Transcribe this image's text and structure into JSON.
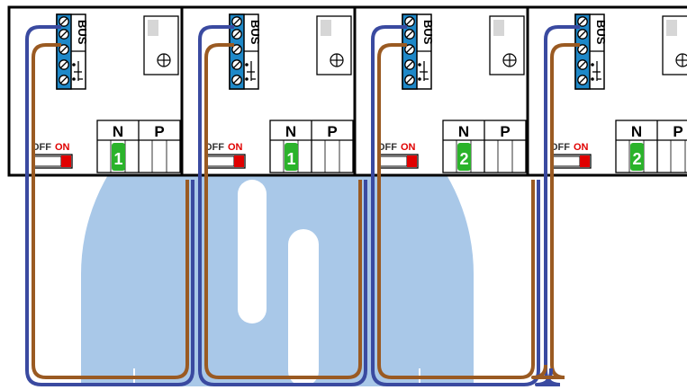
{
  "terminal": {
    "bus_label": "BUS"
  },
  "switch": {
    "off_label": "OFF",
    "on_label": "ON"
  },
  "address_table": {
    "n_label": "N",
    "p_label": "P"
  },
  "modules": [
    {
      "address": "1"
    },
    {
      "address": "1"
    },
    {
      "address": "2"
    },
    {
      "address": "2"
    }
  ],
  "colors": {
    "frame": "#000000",
    "terminal_block": "#1e88c8",
    "wire_blue": "#3a4aa0",
    "wire_brown": "#9a5a22",
    "switch_on": "#e00000",
    "address_badge": "#2bb32b",
    "off_text": "#333333",
    "watermark": "#a9c8e8"
  },
  "icons": {
    "ground": "ground-symbol-icon",
    "led": "led-indicator-icon",
    "crosshair": "crosshair-adjust-icon",
    "screw": "screw-terminal-icon"
  }
}
